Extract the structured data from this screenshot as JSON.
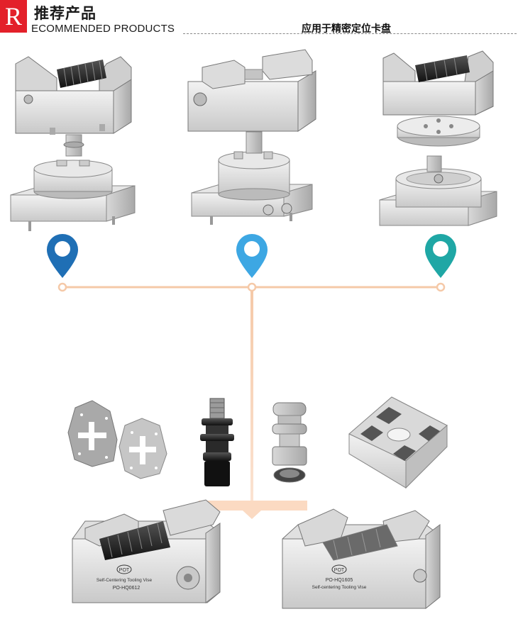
{
  "header": {
    "badge": "R",
    "title_cn": "推荐产品",
    "title_en": "ECOMMENDED PRODUCTS",
    "subtitle": "应用于精密定位卡盘"
  },
  "colors": {
    "brand_red": "#e3202a",
    "pin_blue_dark": "#1f6fb5",
    "pin_blue_light": "#3da7e3",
    "pin_teal": "#1fa7a5",
    "connector": "#f5c9a8"
  },
  "products": {
    "vise_left": {
      "model": "PO-HQ0612",
      "text": "Self-Centering Tooling Vise",
      "brand": "POT"
    },
    "vise_right": {
      "model": "PO-HQ1605",
      "text": "Self-centering Tooling Vise",
      "brand": "POT"
    }
  }
}
